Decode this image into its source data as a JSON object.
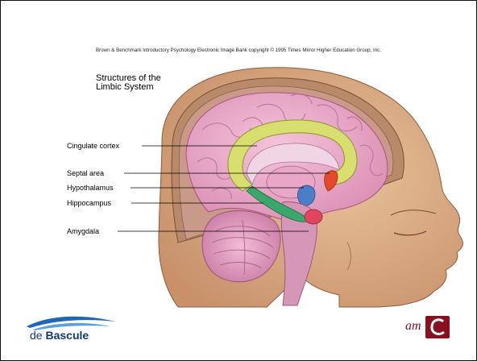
{
  "copyright": "Brown & Benchmark Introductory Psychology Electronic Image Bank copyright © 1995 Times Mirror Higher Education Group, Inc.",
  "title_line1": "Structures of the",
  "title_line2": "Limbic System",
  "labels": {
    "cingulate": "Cingulate cortex",
    "septal": "Septal area",
    "hypothalamus": "Hypothalamus",
    "hippocampus": "Hippocampus",
    "amygdala": "Amygdala"
  },
  "logos": {
    "left_prefix": "de ",
    "left_name": "Bascule",
    "right": "am"
  },
  "colors": {
    "cingulate": "#d8df6e",
    "hippocampus": "#3aa86b",
    "amygdala": "#e0475f",
    "septal": "#e24a2a",
    "hypothalamus": "#4a7ec9",
    "brain": "#e8a3c4",
    "skin": "#d9ab7f"
  }
}
